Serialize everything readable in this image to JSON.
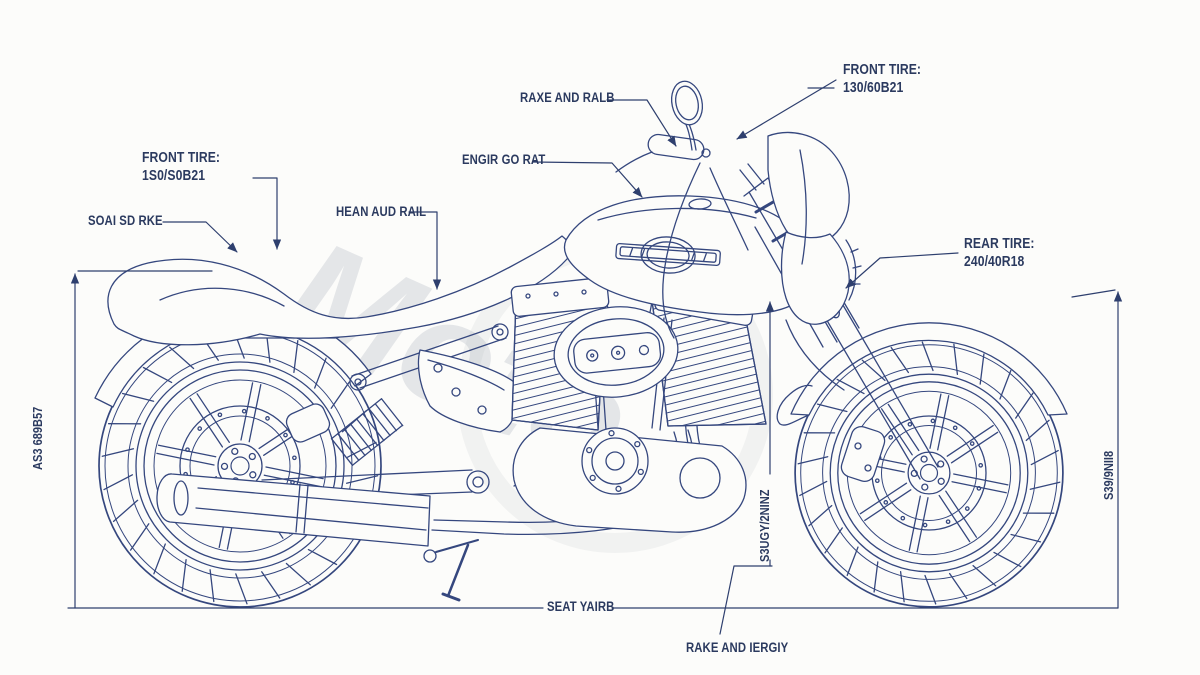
{
  "colors": {
    "background": "#fcfcfa",
    "line": "#35477e",
    "dimension": "#2e3f6e",
    "label_text": "#2b3a5f",
    "watermark": "#a3aab8"
  },
  "watermark": {
    "text": "Moto"
  },
  "callouts": {
    "rake_rail_top": {
      "label": "RAXE AND RALB"
    },
    "front_tire_top": {
      "title": "FRONT TIRE:",
      "value": "130/60B21"
    },
    "front_tire_left": {
      "title": "FRONT TIRE:",
      "value": "1S0/S0B21"
    },
    "seat_left": {
      "label": "SOAI SD RKE"
    },
    "engine_top": {
      "label": "ENGIR GO RAT"
    },
    "beam_rail": {
      "label": "HEAN AUD RAIL"
    },
    "rear_tire": {
      "title": "REAR TIRE:",
      "value": "240/40R18"
    },
    "rake_trail_bottom": {
      "label": "RAKE AND IERGIY"
    }
  },
  "dimensions": {
    "overall_height_left": "AS3 689B57",
    "height_right": "S39/9NII8",
    "mid_height": "S3UGY/2NINZ",
    "seat_length_bottom": "SEAT YAIRB"
  },
  "drawing": {
    "subject_icon": "cruiser-motorcycle-blueprint-icon",
    "tank_badge_icon": "tank-badge-icon"
  }
}
